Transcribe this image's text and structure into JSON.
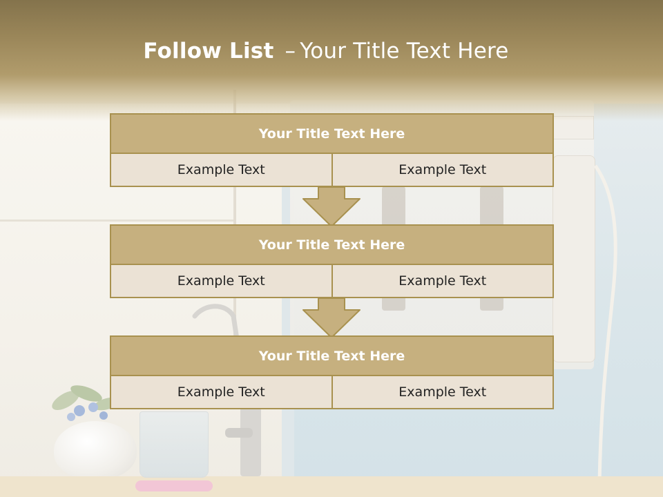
{
  "slide": {
    "title_bold": "Follow List",
    "title_dash": "–",
    "title_rest": "Your Title Text Here"
  },
  "colors": {
    "header_dark": "#84734c",
    "header_light": "#b19c6c",
    "box_title_fill": "#c6b07f",
    "box_border": "#a8914f",
    "cell_fill": "#ebe2d5",
    "arrow_fill": "#c6b07f"
  },
  "steps": [
    {
      "title": "Your Title Text Here",
      "left": "Example Text",
      "right": "Example Text"
    },
    {
      "title": "Your Title Text Here",
      "left": "Example Text",
      "right": "Example Text"
    },
    {
      "title": "Your Title Text Here",
      "left": "Example Text",
      "right": "Example Text"
    }
  ],
  "connectors": [
    {
      "icon": "down-arrow-icon"
    },
    {
      "icon": "down-arrow-icon"
    }
  ]
}
